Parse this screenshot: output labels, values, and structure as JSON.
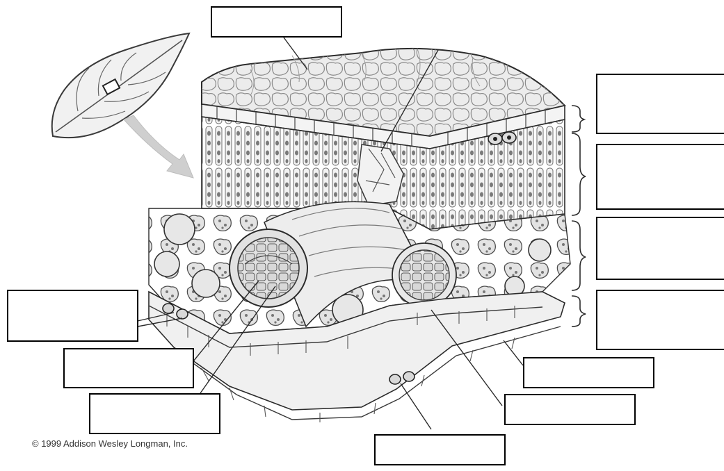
{
  "figure": {
    "copyright": "© 1999 Addison Wesley Longman, Inc.",
    "colors": {
      "background": "#ffffff",
      "ink": "#2b2b2b",
      "cell_fill": "#e6e6e6",
      "shade": "#c4c4c4",
      "arrow": "#c8c8c8",
      "box_border": "#000000"
    },
    "blank_label_boxes": [
      {
        "id": "top-surface",
        "text": ""
      },
      {
        "id": "upper-epidermis",
        "text": ""
      },
      {
        "id": "palisade-layer",
        "text": ""
      },
      {
        "id": "spongy-layer",
        "text": ""
      },
      {
        "id": "lower-epidermis",
        "text": ""
      },
      {
        "id": "left-stomata",
        "text": ""
      },
      {
        "id": "vein-inner-left",
        "text": ""
      },
      {
        "id": "vein-outer-left",
        "text": ""
      },
      {
        "id": "lower-cuticle",
        "text": ""
      },
      {
        "id": "vein-right",
        "text": ""
      },
      {
        "id": "bottom-stoma",
        "text": ""
      }
    ]
  }
}
